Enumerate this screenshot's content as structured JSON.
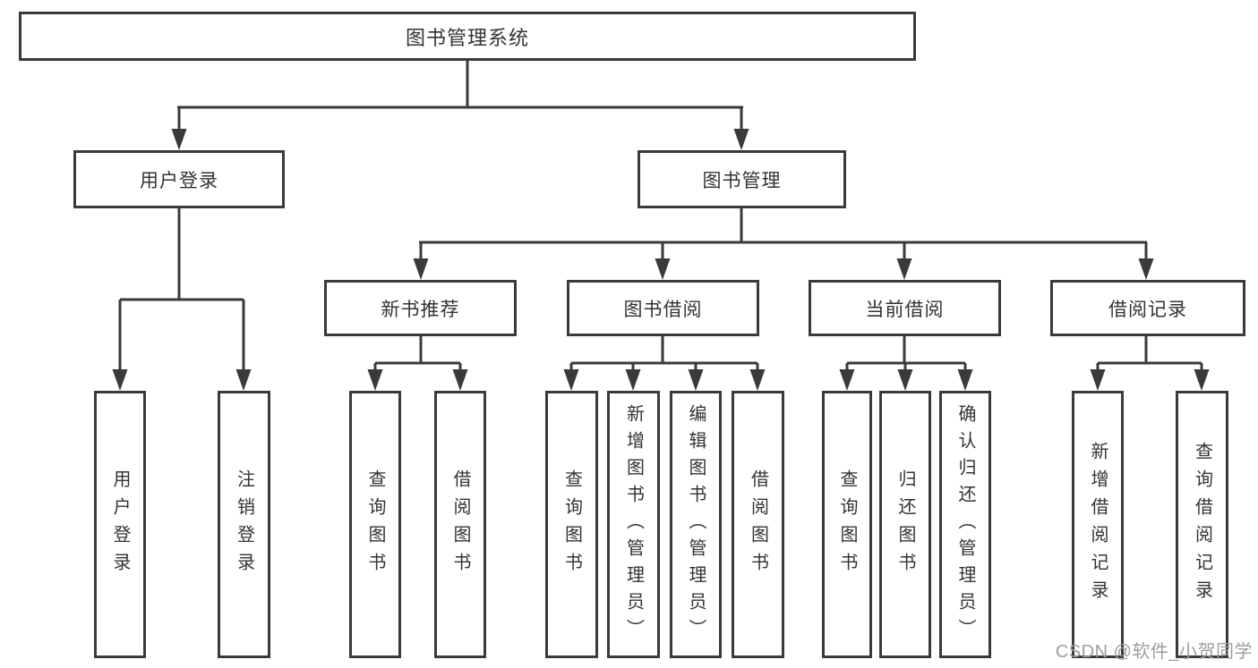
{
  "colors": {
    "line": "#3a3a3a",
    "text": "#333333",
    "watermark": "#9e9e9e",
    "background": "#ffffff"
  },
  "nodes": {
    "root": "图书管理系统",
    "user_login": "用户登录",
    "book_mgmt": "图书管理",
    "new_book_rec": "新书推荐",
    "book_borrow": "图书借阅",
    "current_borrow": "当前借阅",
    "borrow_record": "借阅记录",
    "leaf_user_login": "用户登录",
    "leaf_logout": "注销登录",
    "leaf_query_book_rec": "查询图书",
    "leaf_borrow_book_rec": "借阅图书",
    "leaf_query_book_borrow": "查询图书",
    "leaf_add_book_admin": "新增图书（管理员）",
    "leaf_edit_book_admin": "编辑图书（管理员）",
    "leaf_borrow_book_borrow": "借阅图书",
    "leaf_query_book_current": "查询图书",
    "leaf_return_book": "归还图书",
    "leaf_confirm_return_admin": "确认归还（管理员）",
    "leaf_add_borrow_record": "新增借阅记录",
    "leaf_query_borrow_record": "查询借阅记录"
  },
  "watermark": "CSDN @软件_小贺同学"
}
